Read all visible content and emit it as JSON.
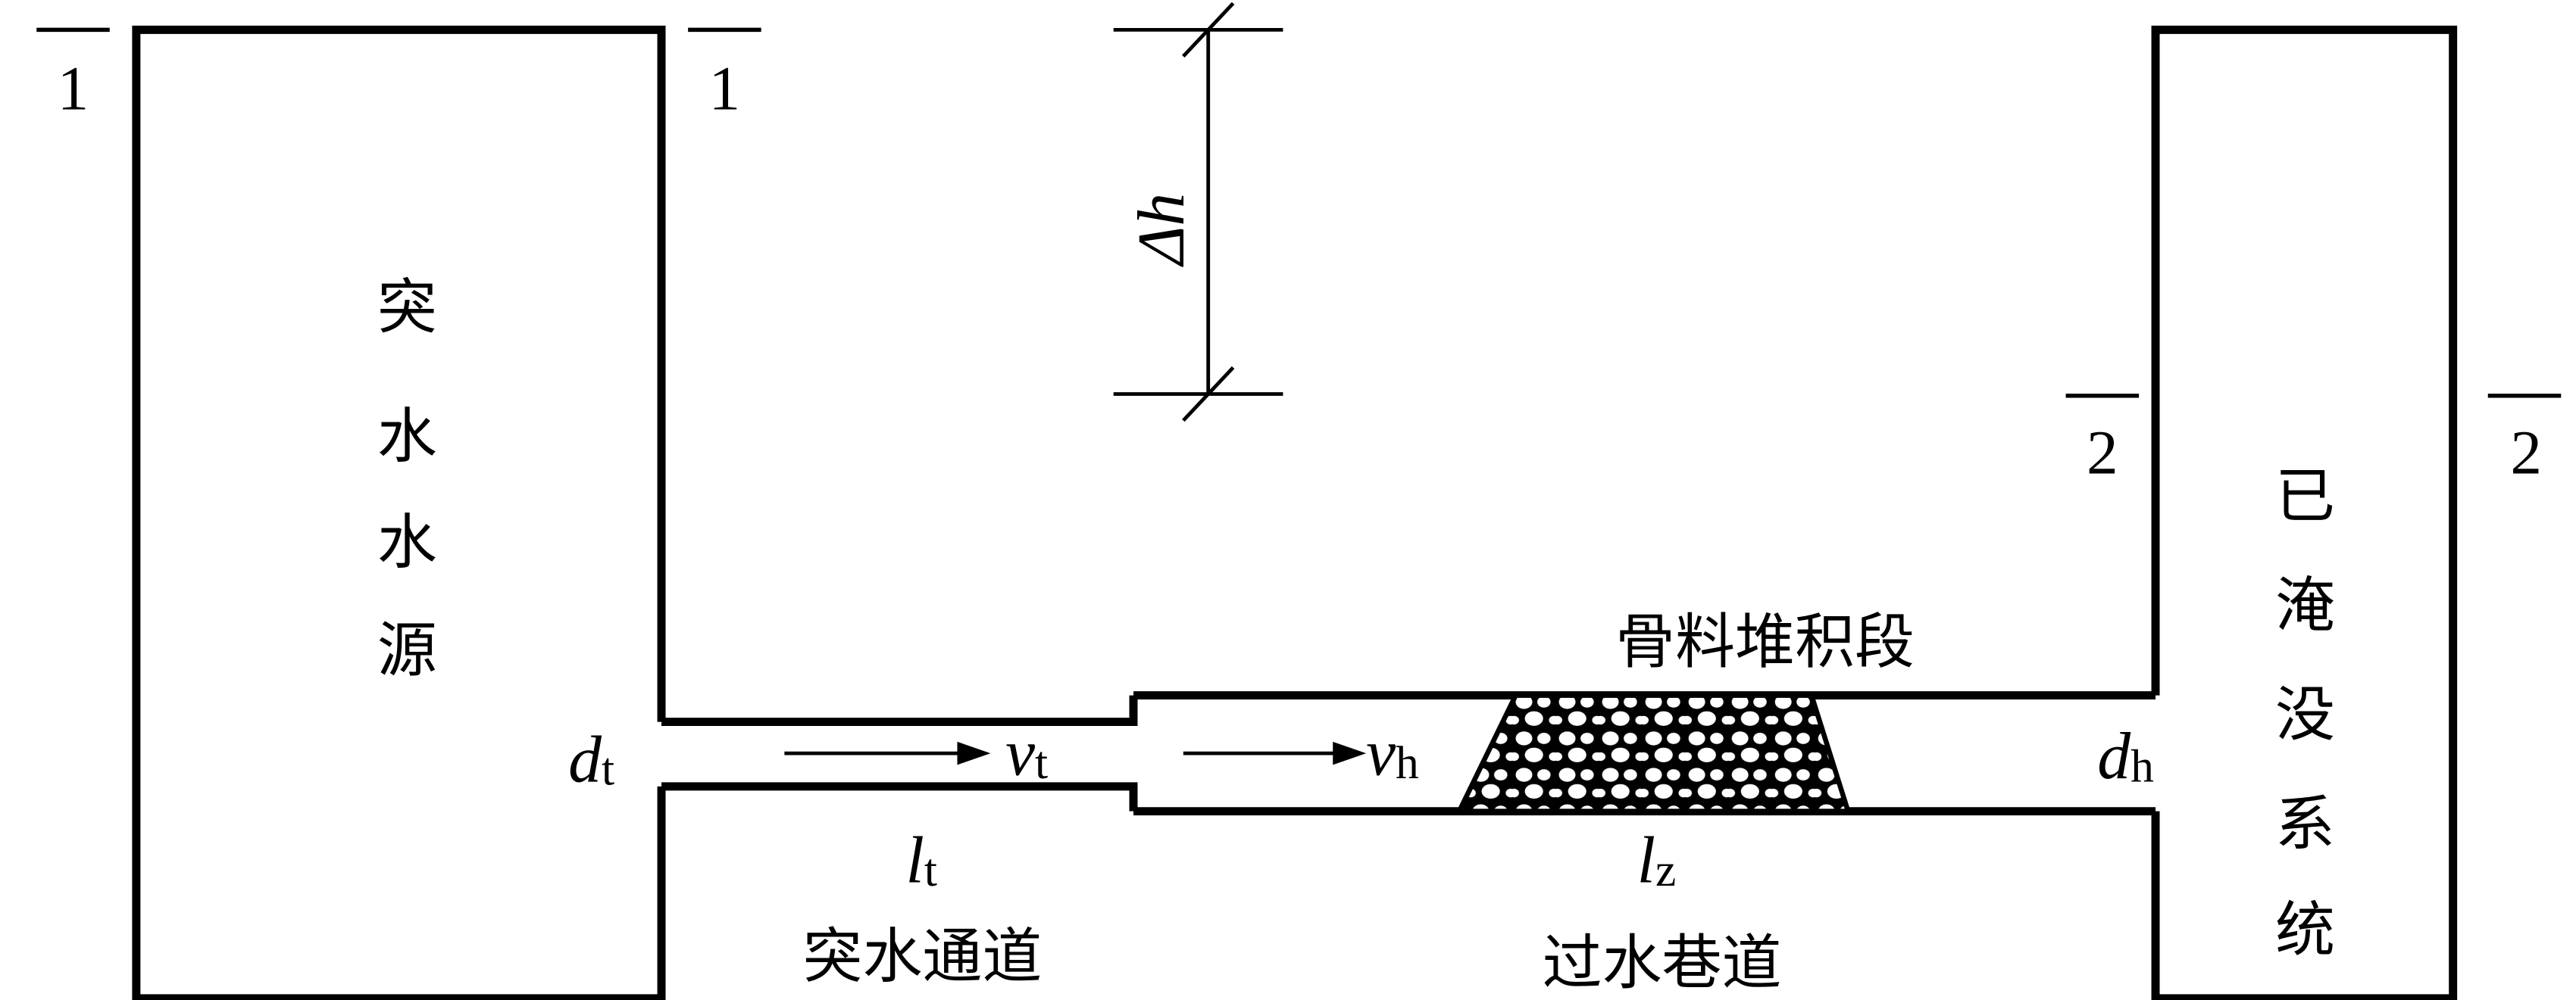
{
  "diagram": {
    "type": "hydraulic-system-schematic",
    "colors": {
      "line": "#000000",
      "background": "#ffffff"
    },
    "source": {
      "label": "突水水源",
      "chars": [
        "突",
        "水",
        "水",
        "源"
      ]
    },
    "target": {
      "label": "已淹没系统",
      "chars": [
        "已",
        "淹",
        "没",
        "系",
        "统"
      ]
    },
    "sections": {
      "section1": {
        "mark": "1"
      },
      "section2": {
        "mark": "2"
      }
    },
    "head_difference": {
      "symbol": "Δh"
    },
    "inrush_channel": {
      "label": "突水通道",
      "diameter": {
        "symbol": "d",
        "sub": "t"
      },
      "velocity": {
        "symbol": "v",
        "sub": "t"
      },
      "length": {
        "symbol": "l",
        "sub": "t"
      }
    },
    "roadway": {
      "label": "过水巷道",
      "diameter": {
        "symbol": "d",
        "sub": "h"
      },
      "velocity": {
        "symbol": "v",
        "sub": "h"
      },
      "length": {
        "symbol": "l",
        "sub": "z"
      }
    },
    "aggregate": {
      "label": "骨料堆积段"
    }
  }
}
